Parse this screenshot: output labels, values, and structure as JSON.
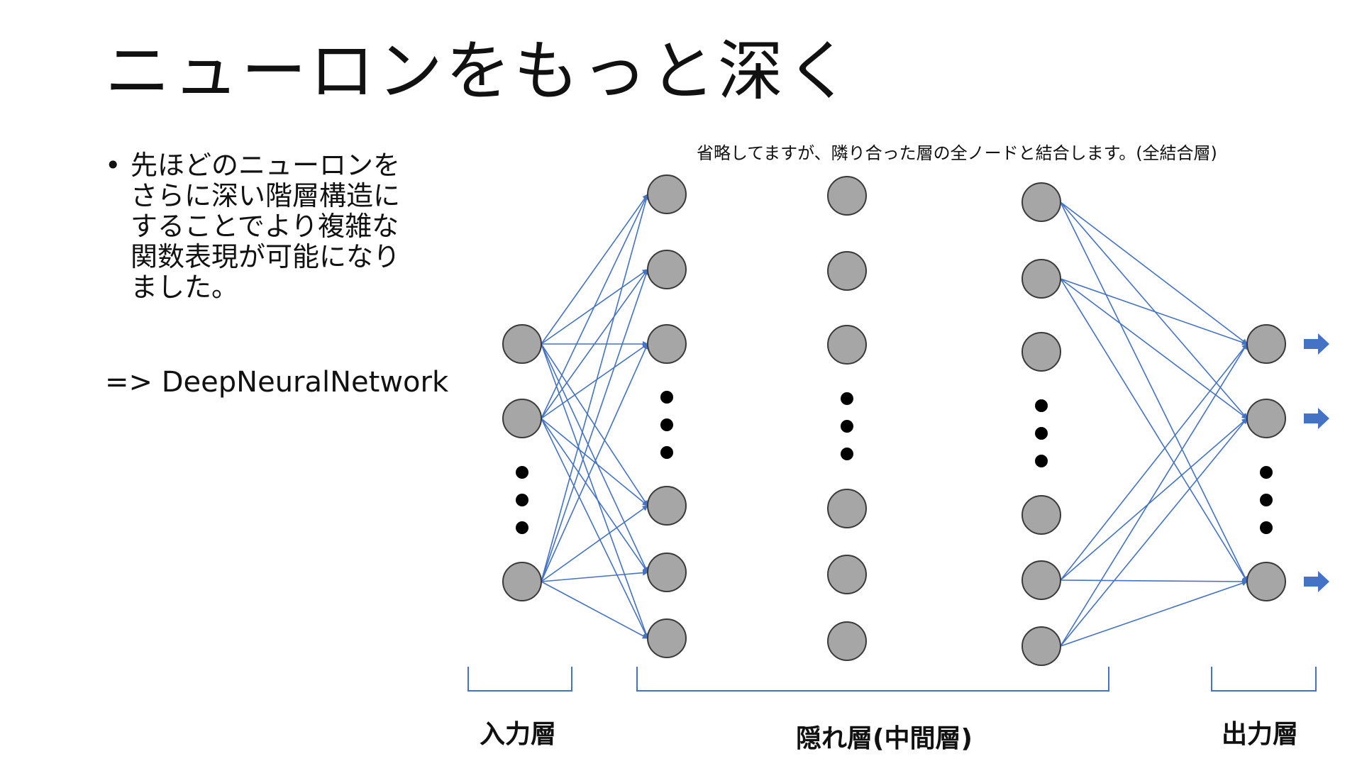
{
  "title": "ニューロンをもっと深く",
  "bullet": {
    "marker": "•",
    "lines": [
      "先ほどのニューロンを",
      "さらに深い階層構造に",
      "することでより複雑な",
      "関数表現が可能になり",
      "ました。"
    ]
  },
  "dnn_text": "=> DeepNeuralNetwork",
  "note": "省略してますが、隣り合った層の全ノードと結合します。(全結合層)",
  "layer_labels": {
    "input": "入力層",
    "hidden": "隠れ層(中間層)",
    "output": "出力層"
  },
  "colors": {
    "node_fill": "#a6a6a6",
    "node_stroke": "#3a3a3a",
    "edge": "#4472c4",
    "bracket": "#4472c4",
    "output_arrow": "#4472c4",
    "ellipsis_dot": "#000000"
  },
  "network": {
    "layers": [
      {
        "name": "input",
        "nodes_before_ellipsis": 2,
        "nodes_after_ellipsis": 1
      },
      {
        "name": "hidden-1",
        "nodes_before_ellipsis": 3,
        "nodes_after_ellipsis": 3
      },
      {
        "name": "hidden-2",
        "nodes_before_ellipsis": 3,
        "nodes_after_ellipsis": 3
      },
      {
        "name": "hidden-3",
        "nodes_before_ellipsis": 3,
        "nodes_after_ellipsis": 3
      },
      {
        "name": "output",
        "nodes_before_ellipsis": 2,
        "nodes_after_ellipsis": 1
      }
    ],
    "connections": [
      {
        "from_layer": 0,
        "to_layer": 1,
        "pattern": "all"
      },
      {
        "from_layer": 3,
        "to_layer": 4,
        "pattern": "partial",
        "from_nodes": [
          0,
          1,
          4,
          5
        ],
        "to_nodes": [
          0,
          1,
          2
        ]
      }
    ],
    "output_arrows": true
  }
}
